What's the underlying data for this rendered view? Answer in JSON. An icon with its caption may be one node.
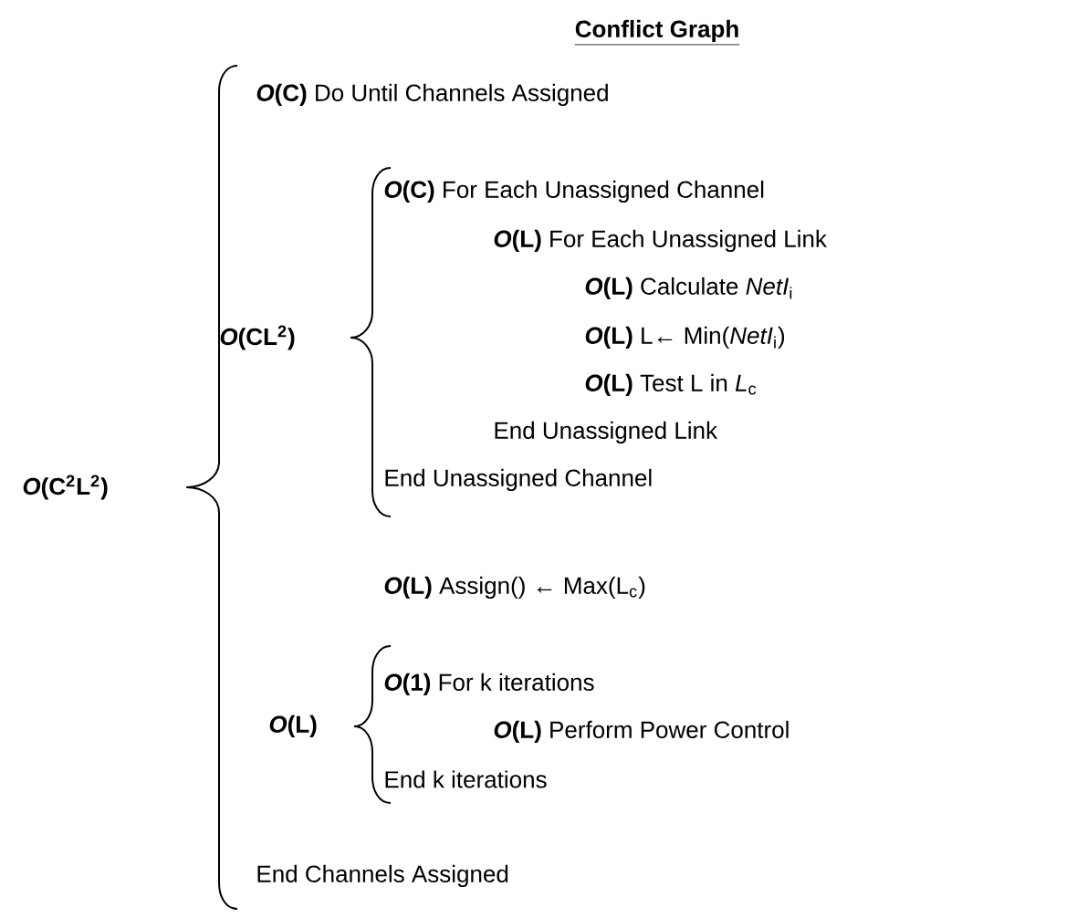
{
  "diagram": {
    "title": "Conflict Graph",
    "labels": [
      "***O*(C)** Do Until Channels Assigned",
      "***O*(C)** For Each Unassigned Channel",
      "***O*(L)** For Each Unassigned Link",
      "***O*(L)** Calculate *NetI*$_{i}$",
      "***O*(CL$^{2}$)**",
      "***O*(L)** L← Min(*NetI*$_{i}$)",
      "***O*(L)** Test L in *L*$_{c}$",
      "End Unassigned Link",
      "End Unassigned Channel",
      "***O*(C$^{2}$L$^{2}$)**",
      "***O*(L)** Assign() ← Max(L$_{c}$)",
      "***O*(1)** For k iterations",
      "***O*(L)** Perform Power Control",
      "***O*(L)**",
      "End k iterations",
      "End Channels Assigned"
    ]
  }
}
